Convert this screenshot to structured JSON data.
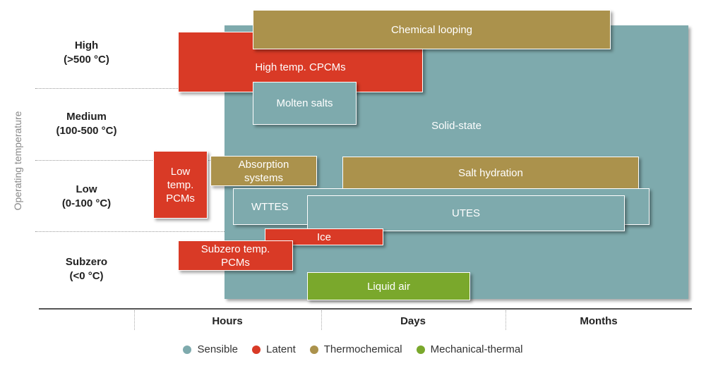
{
  "y_axis_label": "Operating temperature",
  "rows": [
    {
      "name": "High",
      "range": "(>500 °C)"
    },
    {
      "name": "Medium",
      "range": "(100-500 °C)"
    },
    {
      "name": "Low",
      "range": "(0-100 °C)"
    },
    {
      "name": "Subzero",
      "range": "(<0 °C)"
    }
  ],
  "x_axis": [
    "Hours",
    "Days",
    "Months"
  ],
  "legend": [
    {
      "label": "Sensible",
      "color": "#7eaaad"
    },
    {
      "label": "Latent",
      "color": "#d93a26"
    },
    {
      "label": "Thermochemical",
      "color": "#ab924c"
    },
    {
      "label": "Mechanical-thermal",
      "color": "#7aa82c"
    }
  ],
  "technologies": {
    "solid_state": "Solid-state",
    "chemical_looping": "Chemical looping",
    "high_temp_cpcms": "High temp. CPCMs",
    "molten_salts": "Molten salts",
    "low_temp_pcms": "Low temp. PCMs",
    "absorption_systems": "Absorption systems",
    "salt_hydration": "Salt hydration",
    "wttes": "WTTES",
    "utes": "UTES",
    "ice": "Ice",
    "subzero_pcms": "Subzero temp. PCMs",
    "liquid_air": "Liquid air"
  }
}
